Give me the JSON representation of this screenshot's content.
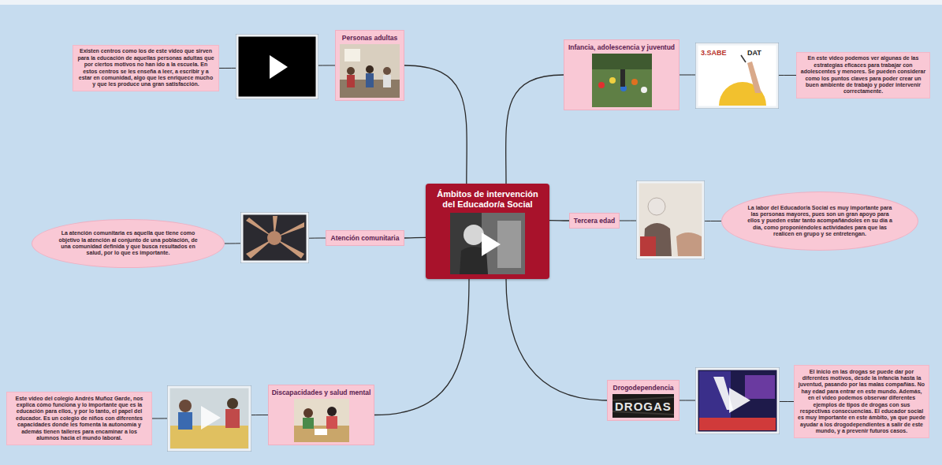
{
  "diagram": {
    "nodes": [
      {
        "text": [
          "Ámbitos de intervención del Educador/a Social"
        ]
      },
      {
        "text": [
          "Personas adultas"
        ]
      },
      {
        "text": [
          "Existen centros como los de este video que sirven para la educación de aquellas personas adultas que por ciertos motivos no han ido a la escuela. En estos centros se les enseña a leer, a escribir y a estar en comunidad, algo que les enriquece mucho y que les produce una gran satisfacción."
        ]
      },
      {
        "text": [
          "Infancia, adolescencia y juventud"
        ]
      },
      {
        "text": [
          "En este video podemos ver algunas de las estrategias eficaces para trabajar con adolescentes y menores. Se pueden considerar como los puntos claves para poder crear un buen ambiente de trabajo y poder intervenir correctamente."
        ]
      },
      {
        "text": [
          "Atención comunitaria"
        ]
      },
      {
        "text": [
          "La atención comunitaria es aquella que tiene como objetivo la atención al conjunto de una población, de una comunidad definida y que busca resultados en salud, por lo que es importante."
        ]
      },
      {
        "text": [
          "Tercera edad"
        ]
      },
      {
        "text": [
          "La labor del Educador/a Social es muy importante para las personas mayores, pues son un gran apoyo para ellos y pueden estar tanto acompañándoles en su día a día, como proponiéndoles actividades para que las realicen en grupo y se entretengan."
        ]
      },
      {
        "text": [
          "Discapacidades y salud mental"
        ]
      },
      {
        "text": [
          "Este video del colegio Andrés Muñoz Garde, nos explica cómo funciona y lo importante que es la educación para ellos, y por lo tanto, el papel del educador. Es un colegio de niños con diferentes capacidades donde les fomenta la autonomía y además tienen talleres para encaminar a los alumnos hacia el mundo laboral."
        ]
      },
      {
        "text": [
          "Drogodependencia"
        ]
      },
      {
        "text": [
          "El inicio en las drogas se puede dar por diferentes motivos, desde la infancia hasta la juventud, pasando por las malas compañías. No hay edad para entrar en este mundo. Además, en el video podemos observar diferentes ejemplos de tipos de drogas con sus respectivas consecuencias. El educador social es muy importante en este ámbito, ya que puede ayudar a los drogodependientes a salir de este mundo, y a prevenir futuros casos."
        ]
      }
    ],
    "edges": [
      {
        "from": 0,
        "to": 1,
        "arrow": "none"
      },
      {
        "from": 0,
        "to": 3,
        "arrow": "none"
      },
      {
        "from": 0,
        "to": 5,
        "arrow": "none"
      },
      {
        "from": 0,
        "to": 7,
        "arrow": "none"
      },
      {
        "from": 0,
        "to": 9,
        "arrow": "none"
      },
      {
        "from": 0,
        "to": 11,
        "arrow": "none"
      },
      {
        "from": 1,
        "to": 2,
        "arrow": "none"
      },
      {
        "from": 3,
        "to": 4,
        "arrow": "none"
      },
      {
        "from": 5,
        "to": 6,
        "arrow": "none"
      },
      {
        "from": 7,
        "to": 8,
        "arrow": "none"
      },
      {
        "from": 9,
        "to": 10,
        "arrow": "none"
      },
      {
        "from": 11,
        "to": 12,
        "arrow": "none"
      }
    ],
    "labels": [
      "DROGAS",
      "3.SABE",
      "DAT"
    ]
  }
}
